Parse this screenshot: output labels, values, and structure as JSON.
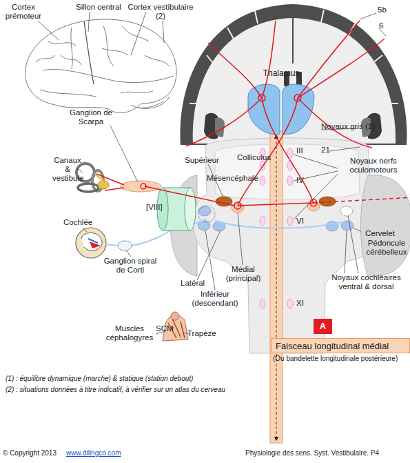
{
  "diagram": {
    "nodes": [
      {
        "text": [
          "Thalamus"
        ]
      },
      {
        "text": [
          "Cervelet"
        ]
      },
      {
        "text": [
          "A"
        ]
      },
      {
        "text": [
          "Faisceau longitudinal médial",
          "(Ou bandelette longitudinale postérieure)"
        ]
      }
    ],
    "labels": [
      "Cortex prémoteur",
      "Sillon central",
      "Cortex vestibulaire (2)",
      "5b",
      "6",
      "Noyaux gris (1)",
      "21",
      "Colliculus",
      "III",
      "Ganglion de Scarpa",
      "Mésencéphale",
      "Noyaux nerfs oculomoteurs",
      "IV",
      "Supérieur",
      "Canaux & vestibule",
      "[VIII]",
      "Cochlée",
      "VI",
      "Pédoncule cérébelleux",
      "Latéral",
      "Médial (principal)",
      "Noyaux cochléaires ventral & dorsal",
      "Ganglion spiral de Corti",
      "Inférieur (descendant)",
      "XI",
      "Muscles céphalogyres",
      "SCM",
      "Trapèze",
      "(1) : équilibre dynamique (marche) & statique (station debout)",
      "(2) : situations données à titre indicatif, à vérifier sur un atlas du cerveau",
      "© Copyright 2013",
      "www.dilingco.com",
      "Physiologie des sens. Syst. Vestibulaire. P4"
    ]
  }
}
